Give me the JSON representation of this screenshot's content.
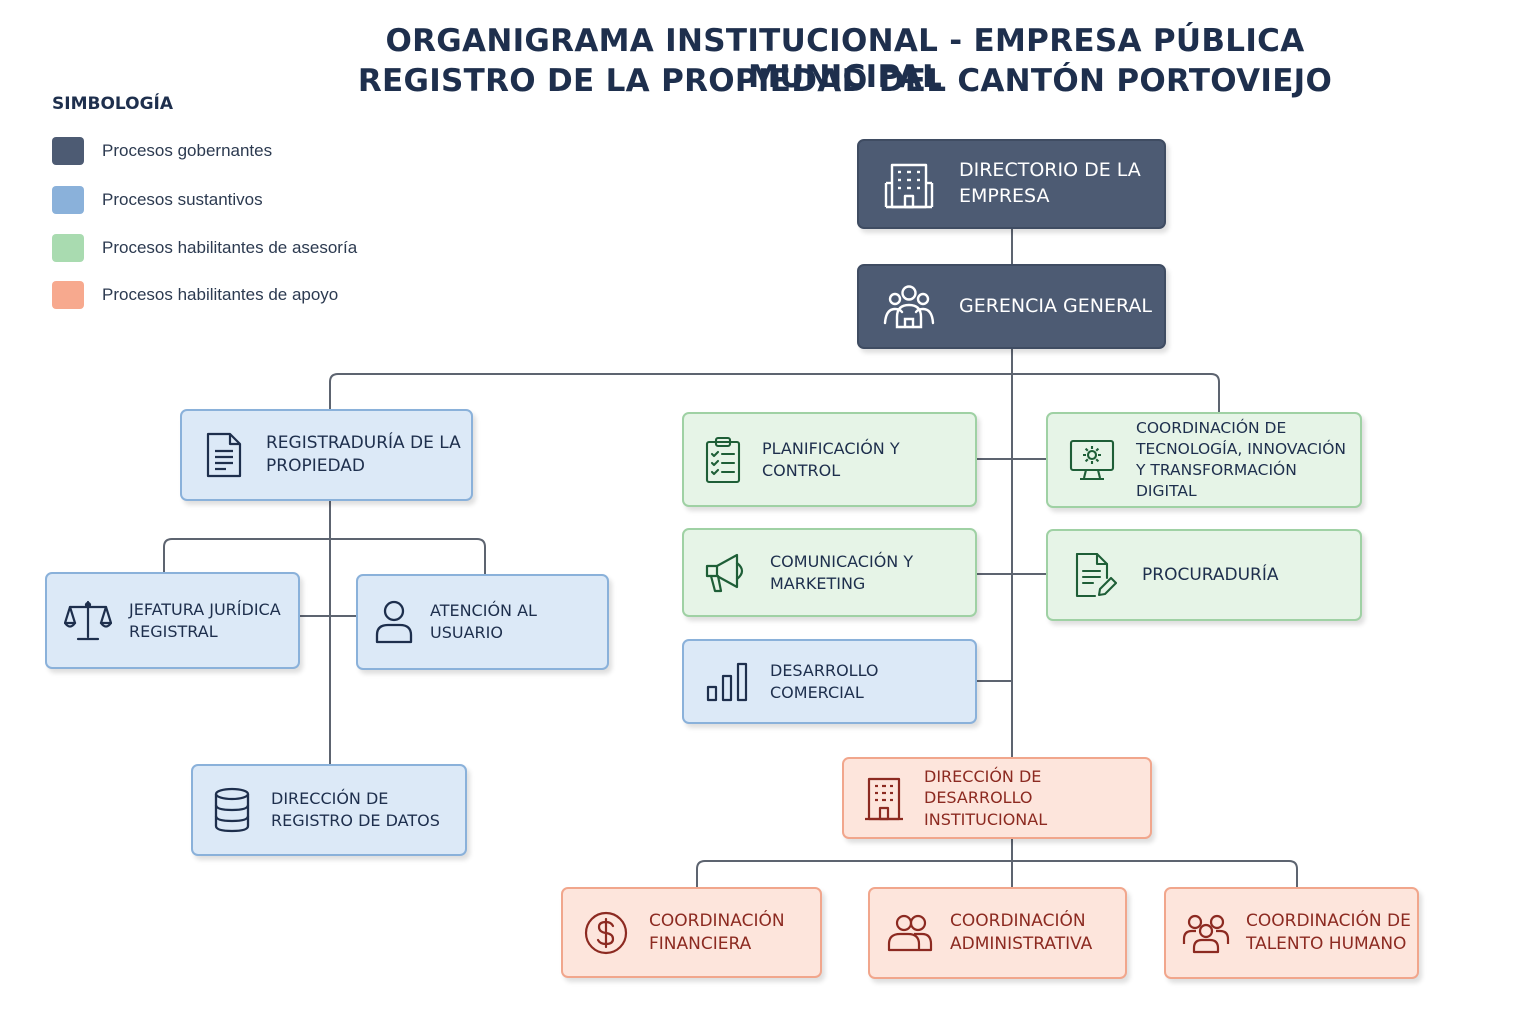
{
  "title": {
    "line1": "ORGANIGRAMA INSTITUCIONAL - EMPRESA PÚBLICA MUNICIPAL",
    "line2": "REGISTRO DE LA PROPIEDAD DEL CANTÓN PORTOVIEJO"
  },
  "legend": {
    "title": "SIMBOLOGÍA",
    "items": [
      {
        "label": "Procesos gobernantes",
        "color": "#4d5b73"
      },
      {
        "label": "Procesos sustantivos",
        "color": "#8ab1da"
      },
      {
        "label": "Procesos habilitantes de asesoría",
        "color": "#a9dbb0"
      },
      {
        "label": "Procesos habilitantes de apoyo",
        "color": "#f7a98e"
      }
    ]
  },
  "nodes": {
    "directorio": {
      "label": "DIRECTORIO DE LA EMPRESA",
      "icon": "building-icon"
    },
    "gerencia": {
      "label": "GERENCIA GENERAL",
      "icon": "team-icon"
    },
    "registraduria": {
      "label": "REGISTRADURÍA DE LA PROPIEDAD",
      "icon": "document-icon"
    },
    "juridica": {
      "label": "JEFATURA JURÍDICA REGISTRAL",
      "icon": "scales-icon"
    },
    "atencion": {
      "label": "ATENCIÓN AL USUARIO",
      "icon": "user-icon"
    },
    "datos": {
      "label": "DIRECCIÓN DE REGISTRO DE DATOS",
      "icon": "database-icon"
    },
    "planificacion": {
      "label": "PLANIFICACIÓN Y CONTROL",
      "icon": "checklist-icon"
    },
    "tecnologia": {
      "label": "COORDINACIÓN DE TECNOLOGÍA, INNOVACIÓN Y TRANSFORMACIÓN DIGITAL",
      "icon": "monitor-gear-icon"
    },
    "comunicacion": {
      "label": "COMUNICACIÓN Y MARKETING",
      "icon": "megaphone-icon"
    },
    "procuraduria": {
      "label": "PROCURADURÍA",
      "icon": "document-edit-icon"
    },
    "comercial": {
      "label": "DESARROLLO COMERCIAL",
      "icon": "bar-chart-icon"
    },
    "institucional": {
      "label": "DIRECCIÓN DE DESARROLLO INSTITUCIONAL",
      "icon": "office-building-icon"
    },
    "financiera": {
      "label": "COORDINACIÓN FINANCIERA",
      "icon": "dollar-icon"
    },
    "administrativa": {
      "label": "COORDINACIÓN ADMINISTRATIVA",
      "icon": "users-icon"
    },
    "talento": {
      "label": "COORDINACIÓN DE TALENTO HUMANO",
      "icon": "group-icon"
    }
  }
}
